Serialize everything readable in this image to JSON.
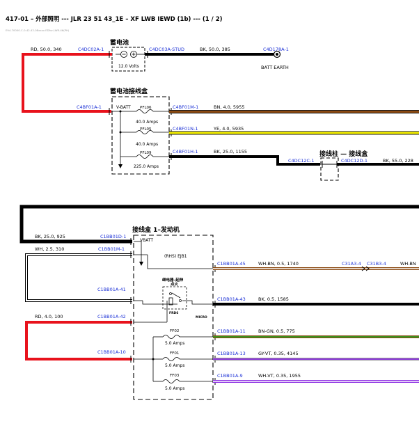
{
  "header": {
    "title": "417-01 – 外部照明 --- JLR 23 51 43_1E – XF LWB IEWD (1b) --- (1 / 2)",
    "subtitle": "E94-70000-C-0-42-42-08xxxx EDfur-LWR-46(PH)"
  },
  "battery": {
    "title": "蓄电池",
    "voltage": "12.0 Volts",
    "conn_left": "C4DC02A-1",
    "conn_right": "C4DC03A-STUD",
    "wire_left": "RD,  50.0,  340",
    "wire_right": "BK,  50.0,  385",
    "earth_conn": "C4D178A-1",
    "earth_label": "BATT EARTH"
  },
  "battery_box": {
    "title": "蓄电池接线盒",
    "in_conn": "C4BF01A-1",
    "vbatt": "V-BATT",
    "fuses": [
      {
        "name": "PFL06",
        "rating": "40.0 Amps",
        "out_conn": "C4BF01M-1",
        "wire": "BN,  4.0,  5955",
        "color": "#8b4a12"
      },
      {
        "name": "PFL05",
        "rating": "40.0 Amps",
        "out_conn": "C4BF01N-1",
        "wire": "YE,  4.0,  5935",
        "color": "#f5f000"
      },
      {
        "name": "PFL09",
        "rating": "225.0 Amps",
        "out_conn": "C4BF01H-1",
        "wire": "BK,  25.0,  1155",
        "color": "#000000"
      }
    ]
  },
  "junction_post": {
    "title": "接线柱 — 接线盒",
    "conn_left": "C4DC12C-1",
    "conn_right": "C4DC12D-1",
    "wire_right": "BK,  55.0,  228"
  },
  "engine_box": {
    "title": "接线盒 1–发动机",
    "vbatt": "VBATT",
    "ejb": "(RHS) EJB1",
    "relay_title_1": "继电器–起伸",
    "relay_title_2": "点火",
    "relay_id": "FRD6",
    "micro": "MICRO",
    "left_conns": [
      {
        "conn": "C1BB01D-1",
        "wire": "BK,  25.0,  925"
      },
      {
        "conn": "C1BB01M-1",
        "wire": "WH,  2.5,  310"
      },
      {
        "conn": "C1BB01A-41",
        "wire": ""
      },
      {
        "conn": "C1BB01A-42",
        "wire": "RD,  4.0,  100"
      },
      {
        "conn": "C1BB01A-10",
        "wire": ""
      }
    ],
    "right_conns": [
      {
        "conn": "C1BB01A-45",
        "wire": "WH-BN,  0.5,  1740",
        "extra_conn_a": "C31A3-4",
        "extra_conn_b": "C31B3-4",
        "extra_wire": "WH-BN"
      },
      {
        "conn": "C1BB01A-43",
        "wire": "BK,  0.5,  1585"
      },
      {
        "conn": "C1BB01A-11",
        "wire": "BN-GN,  0.5,  775"
      },
      {
        "conn": "C1BB01A-13",
        "wire": "GY-VT,  0.35,  4145"
      },
      {
        "conn": "C1BB01A-9",
        "wire": "WH-VT,  0.35,  1955"
      }
    ],
    "fuses": [
      {
        "name": "FF02",
        "rating": "5.0 Amps"
      },
      {
        "name": "FF01",
        "rating": "5.0 Amps"
      },
      {
        "name": "FF03",
        "rating": "5.0 Amps"
      }
    ]
  },
  "colors": {
    "red": "#e8121c",
    "black": "#000000",
    "brown": "#8b4a12",
    "yellow": "#f5f000",
    "connector_blue": "#1a2fd6"
  }
}
